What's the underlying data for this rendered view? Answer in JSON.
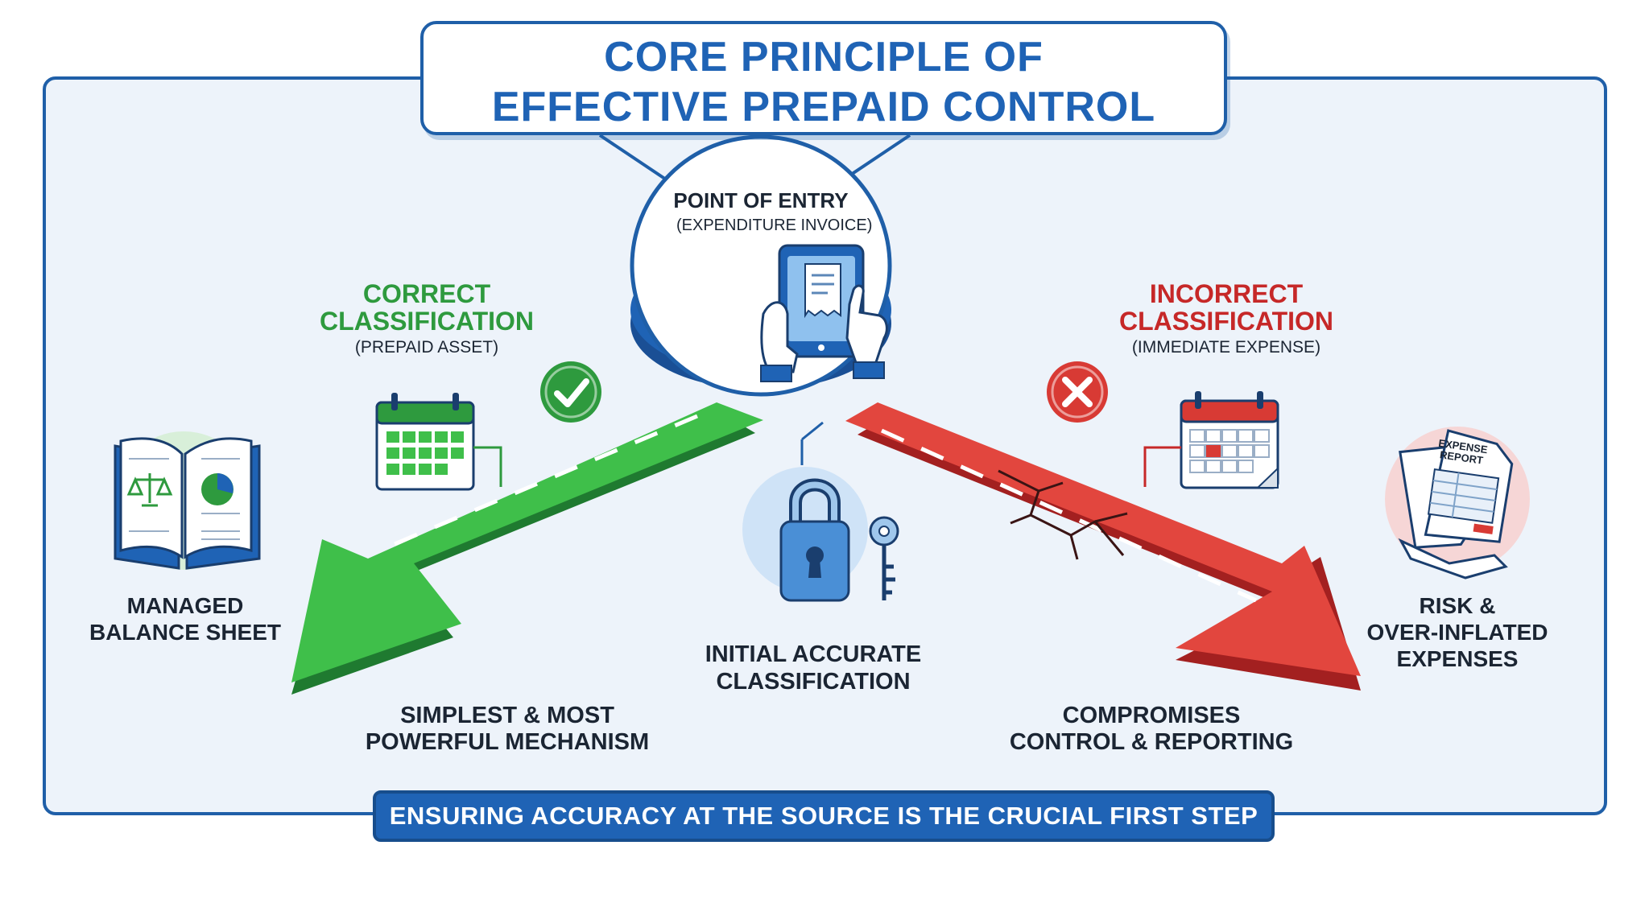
{
  "title": {
    "line1": "CORE PRINCIPLE OF",
    "line2": "EFFECTIVE PREPAID CONTROL"
  },
  "entry": {
    "label": "POINT OF ENTRY",
    "sub": "(EXPENDITURE INVOICE)"
  },
  "correct": {
    "line1": "CORRECT",
    "line2": "CLASSIFICATION",
    "sub": "(PREPAID ASSET)"
  },
  "incorrect": {
    "line1": "INCORRECT",
    "line2": "CLASSIFICATION",
    "sub": "(IMMEDIATE EXPENSE)"
  },
  "left_outcome": {
    "line1": "MANAGED",
    "line2": "BALANCE SHEET"
  },
  "right_outcome": {
    "line1": "RISK &",
    "line2": "OVER-INFLATED",
    "line3": "EXPENSES"
  },
  "center": {
    "line1": "INITIAL ACCURATE",
    "line2": "CLASSIFICATION"
  },
  "left_caption": {
    "line1": "SIMPLEST & MOST",
    "line2": "POWERFUL MECHANISM"
  },
  "right_caption": {
    "line1": "COMPROMISES",
    "line2": "CONTROL & REPORTING"
  },
  "expense_report": {
    "line1": "EXPENSE",
    "line2": "REPORT"
  },
  "banner": "ENSURING ACCURACY AT THE SOURCE IS THE CRUCIAL FIRST STEP",
  "colors": {
    "primary": "#1f63b5",
    "correct": "#2e9a3e",
    "incorrect": "#c62828",
    "panel": "#edf3fa"
  },
  "icons": [
    "tablet-invoice-icon",
    "check-icon",
    "cross-icon",
    "calendar-icon",
    "open-book-icon",
    "padlock-icon",
    "key-icon",
    "expense-report-icon"
  ]
}
